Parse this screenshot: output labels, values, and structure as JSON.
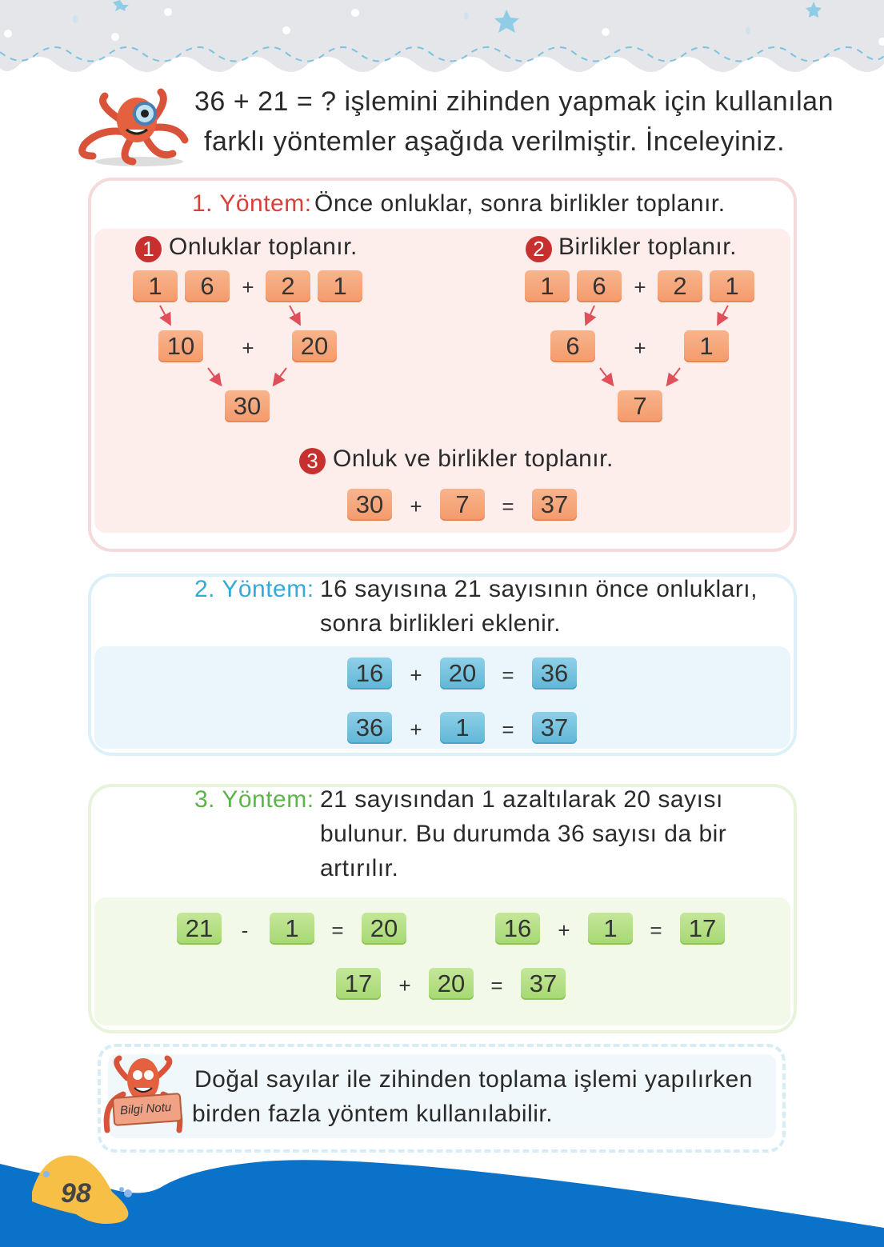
{
  "intro": {
    "line1": "36 + 21 = ? işlemini zihinden yapmak için kullanılan",
    "line2": "farklı yöntemler aşağıda verilmiştir. İnceleyiniz."
  },
  "method1": {
    "title": "1. Yöntem:",
    "description": "Önce onluklar, sonra birlikler toplanır.",
    "step1": {
      "number": "1",
      "label": "Onluklar toplanır.",
      "row1": [
        "1",
        "6",
        "+",
        "2",
        "1"
      ],
      "row2": [
        "10",
        "+",
        "20"
      ],
      "result": "30"
    },
    "step2": {
      "number": "2",
      "label": "Birlikler toplanır.",
      "row1": [
        "1",
        "6",
        "+",
        "2",
        "1"
      ],
      "row2": [
        "6",
        "+",
        "1"
      ],
      "result": "7"
    },
    "step3": {
      "number": "3",
      "label": "Onluk ve birlikler toplanır.",
      "row": [
        "30",
        "+",
        "7",
        "=",
        "37"
      ]
    },
    "color": "#d9403a"
  },
  "method2": {
    "title": "2. Yöntem:",
    "line1": "16 sayısına 21 sayısının önce onlukları,",
    "line2": "sonra birlikleri eklenir.",
    "rows": [
      [
        "16",
        "+",
        "20",
        "=",
        "36"
      ],
      [
        "36",
        "+",
        "1",
        "=",
        "37"
      ]
    ],
    "color": "#35a9d8"
  },
  "method3": {
    "title": "3. Yöntem:",
    "line1": "21 sayısından 1 azaltılarak 20 sayısı",
    "line2": "bulunur. Bu durumda 36 sayısı da bir",
    "line3": "artırılır.",
    "rows": [
      [
        "21",
        "-",
        "1",
        "=",
        "20"
      ],
      [
        "16",
        "+",
        "1",
        "=",
        "17"
      ],
      [
        "17",
        "+",
        "20",
        "=",
        "37"
      ]
    ],
    "color": "#5cb548"
  },
  "note": {
    "badge": "Bilgi Notu",
    "line1": "Doğal sayılar ile zihinden toplama işlemi yapılırken",
    "line2": "birden fazla yöntem kullanılabilir."
  },
  "page_number": "98"
}
